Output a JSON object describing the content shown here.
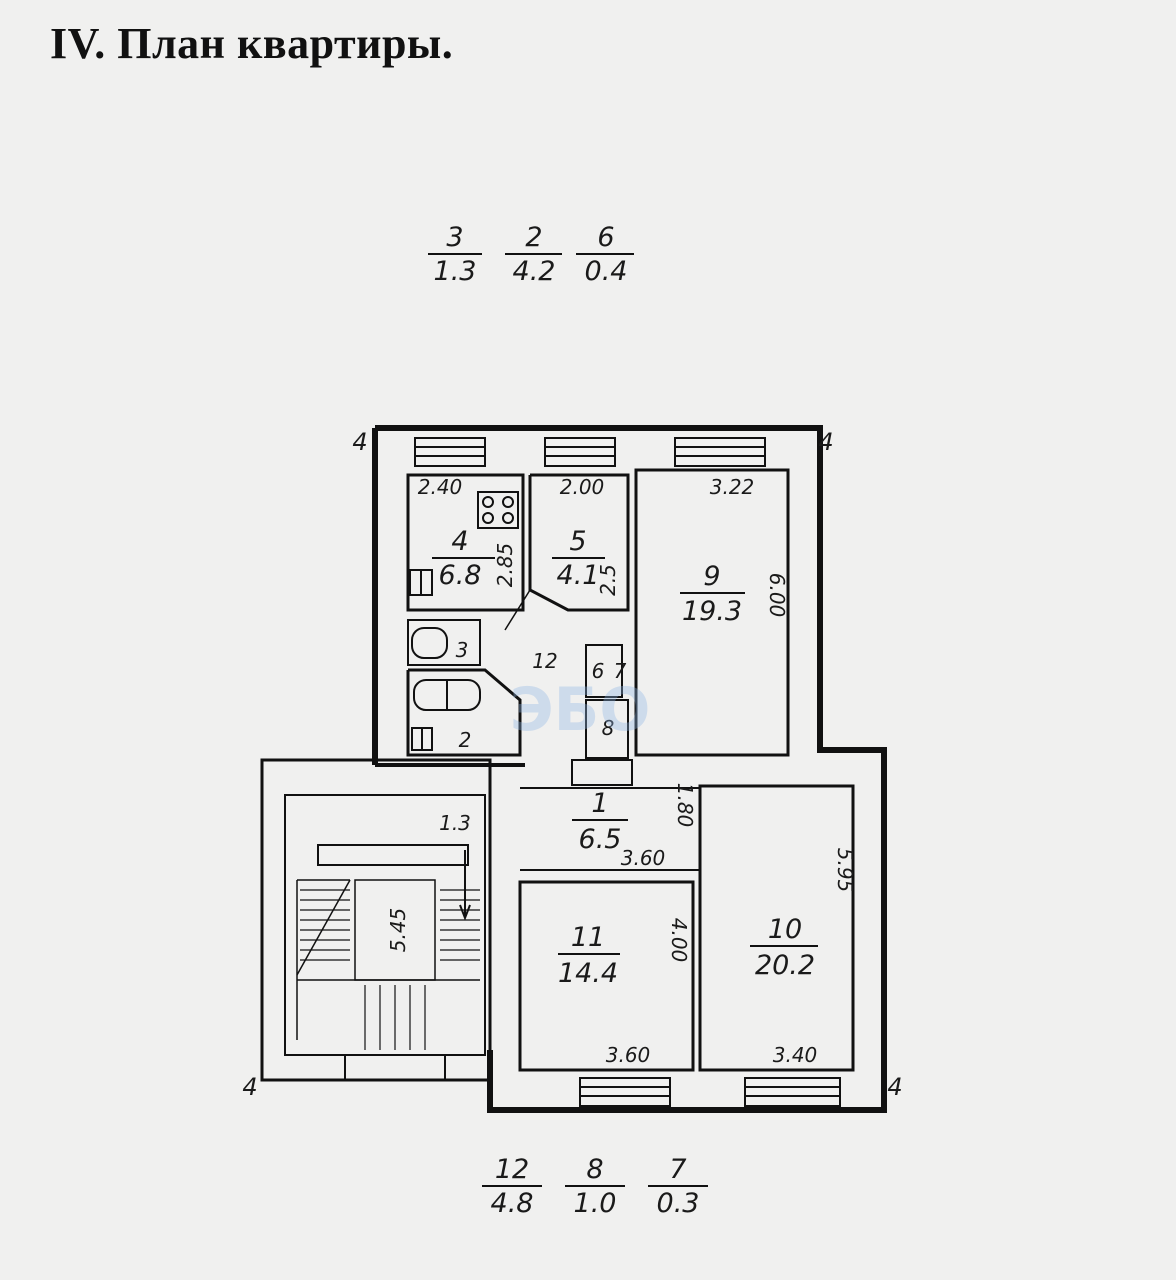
{
  "heading": "IV. План квартиры.",
  "top_fractions": [
    {
      "num": "3",
      "area": "1.3"
    },
    {
      "num": "2",
      "area": "4.2"
    },
    {
      "num": "6",
      "area": "0.4"
    }
  ],
  "bottom_fractions": [
    {
      "num": "12",
      "area": "4.8"
    },
    {
      "num": "8",
      "area": "1.0"
    },
    {
      "num": "7",
      "area": "0.3"
    }
  ],
  "rooms": {
    "kitchen": {
      "num": "4",
      "area": "6.8",
      "top_dim": "2.40",
      "side_dim": "2.85"
    },
    "room5": {
      "num": "5",
      "area": "4.1",
      "top_dim": "2.00",
      "side_dim": "2.5"
    },
    "room9": {
      "num": "9",
      "area": "19.3",
      "top_dim": "3.22",
      "side_dim": "6.00"
    },
    "corridor1": {
      "num": "1",
      "area": "6.5",
      "bottom_dim": "3.60",
      "side_dim": "1.80"
    },
    "room11": {
      "num": "11",
      "area": "14.4",
      "side_dim": "4.00",
      "bottom_dim": "3.60"
    },
    "room10": {
      "num": "10",
      "area": "20.2",
      "side_dim": "5.95",
      "bottom_dim": "3.40"
    },
    "bath3": {
      "num": "3"
    },
    "bath2": {
      "num": "2"
    },
    "closet6": {
      "num": "6"
    },
    "closet7": {
      "num": "7"
    },
    "closet8": {
      "num": "8"
    },
    "hall12": {
      "num": "12"
    }
  },
  "stair": {
    "dim_top": "1.3",
    "dim_side": "5.45"
  },
  "axis_marks": [
    "4",
    "4",
    "4",
    "4"
  ],
  "watermark": "ЭБО"
}
